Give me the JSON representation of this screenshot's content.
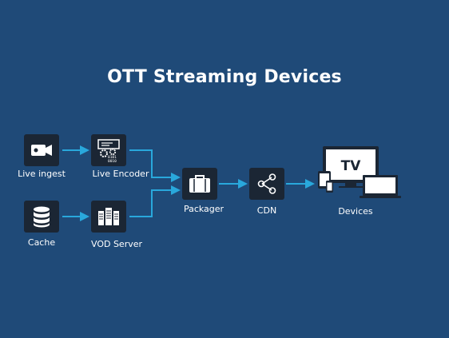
{
  "title": "OTT Streaming Devices",
  "nodes": {
    "live_ingest": "Live ingest",
    "live_encoder": "Live Encoder",
    "cache": "Cache",
    "vod_server": "VOD Server",
    "packager": "Packager",
    "cdn": "CDN",
    "devices": "Devices"
  },
  "tv_text": "TV",
  "encoder_code": [
    "0101",
    "0010"
  ],
  "colors": {
    "background": "#1f4a78",
    "node": "#1b2634",
    "arrow": "#29a8dc",
    "text": "#ffffff"
  }
}
